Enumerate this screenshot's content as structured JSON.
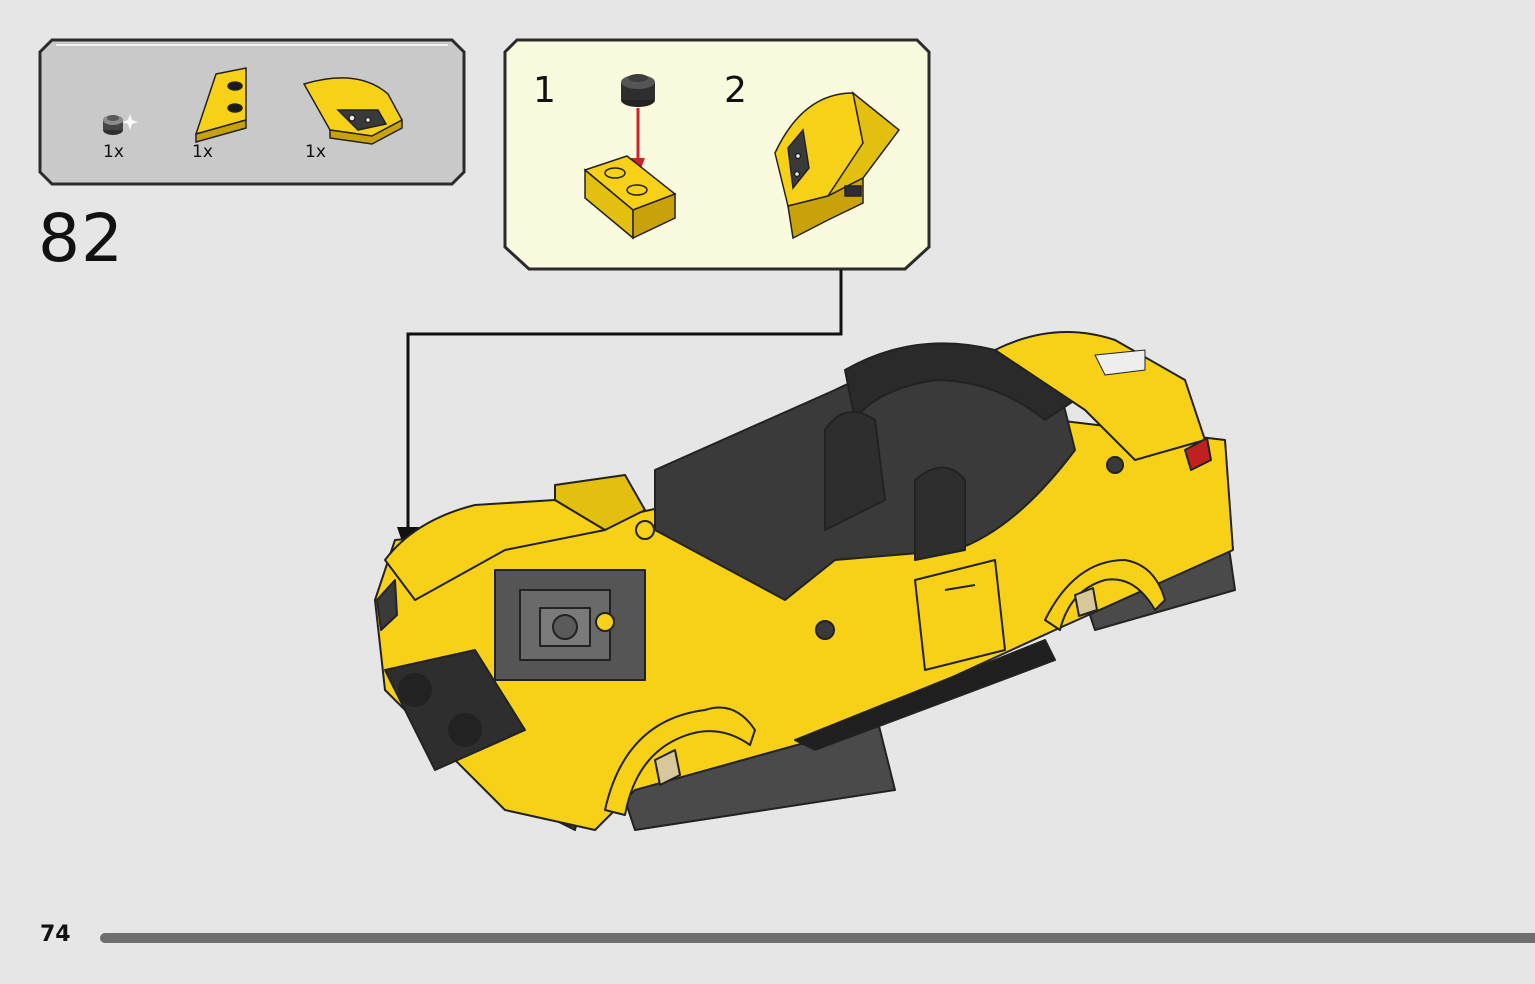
{
  "step": {
    "number": "82"
  },
  "parts_list": {
    "items": [
      {
        "part": "round-plate-1x1-dark-gray",
        "quantity": "1x"
      },
      {
        "part": "wedge-plate-yellow",
        "quantity": "1x"
      },
      {
        "part": "curved-slope-printed-headlight-yellow",
        "quantity": "1x"
      }
    ]
  },
  "sub_build": {
    "steps": [
      {
        "number": "1"
      },
      {
        "number": "2"
      }
    ]
  },
  "page": {
    "number": "74"
  },
  "colors": {
    "background": "#e6e6e6",
    "parts_panel": "#c9c9c9",
    "sub_build_panel": "#fafadf",
    "lego_yellow": "#f7d117",
    "lego_dark_gray": "#3a3a3a",
    "arrow_red": "#d0202a"
  }
}
